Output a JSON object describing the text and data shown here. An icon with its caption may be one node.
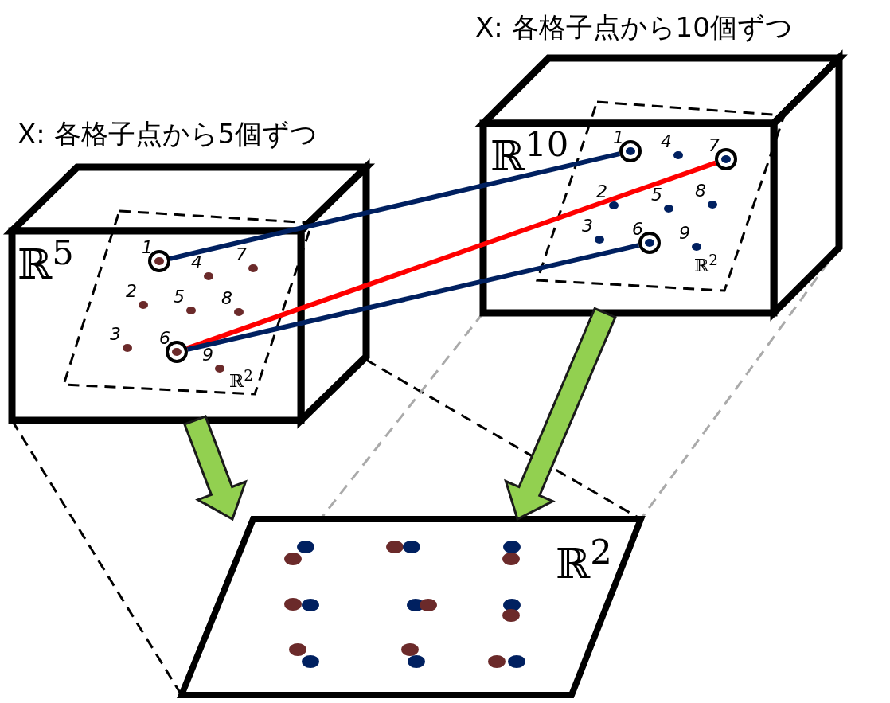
{
  "diagram": {
    "nodes": [
      {
        "text": [
          "X: 各格子点から5個ずつ",
          "ℝ$^{5}$"
        ]
      },
      {
        "text": [
          "ℝ$^{2}$"
        ],
        "in": 0
      },
      {
        "text": [],
        "shape": "circle",
        "beside": [
          "1"
        ],
        "in": 1
      },
      {
        "text": [],
        "shape": "circle",
        "beside": [
          "2"
        ],
        "in": 1
      },
      {
        "text": [],
        "shape": "circle",
        "beside": [
          "3"
        ],
        "in": 1
      },
      {
        "text": [],
        "shape": "circle",
        "beside": [
          "4"
        ],
        "in": 1
      },
      {
        "text": [],
        "shape": "circle",
        "beside": [
          "5"
        ],
        "in": 1
      },
      {
        "text": [],
        "shape": "circle",
        "beside": [
          "6"
        ],
        "in": 1
      },
      {
        "text": [],
        "shape": "circle",
        "beside": [
          "7"
        ],
        "in": 1
      },
      {
        "text": [],
        "shape": "circle",
        "beside": [
          "8"
        ],
        "in": 1
      },
      {
        "text": [],
        "shape": "circle",
        "beside": [
          "9"
        ],
        "in": 1
      },
      {
        "text": [
          "X: 各格子点から10個ずつ",
          "ℝ$^{10}$"
        ]
      },
      {
        "text": [
          "ℝ$^{2}$"
        ],
        "in": 11
      },
      {
        "text": [],
        "shape": "circle",
        "beside": [
          "1"
        ],
        "in": 12
      },
      {
        "text": [],
        "shape": "circle",
        "beside": [
          "2"
        ],
        "in": 12
      },
      {
        "text": [],
        "shape": "circle",
        "beside": [
          "3"
        ],
        "in": 12
      },
      {
        "text": [],
        "shape": "circle",
        "beside": [
          "4"
        ],
        "in": 12
      },
      {
        "text": [],
        "shape": "circle",
        "beside": [
          "5"
        ],
        "in": 12
      },
      {
        "text": [],
        "shape": "circle",
        "beside": [
          "6"
        ],
        "in": 12
      },
      {
        "text": [],
        "shape": "circle",
        "beside": [
          "7"
        ],
        "in": 12
      },
      {
        "text": [],
        "shape": "circle",
        "beside": [
          "8"
        ],
        "in": 12
      },
      {
        "text": [],
        "shape": "circle",
        "beside": [
          "9"
        ],
        "in": 12
      },
      {
        "text": [
          "ℝ$^{2}$"
        ]
      }
    ],
    "edges": [
      {
        "from": 2,
        "to": 13,
        "arrow": "none",
        "style": "thick",
        "color": "#002060"
      },
      {
        "from": 7,
        "to": 19,
        "arrow": "none",
        "style": "thick",
        "color": "#ff0000"
      },
      {
        "from": 7,
        "to": 18,
        "arrow": "none",
        "style": "thick",
        "color": "#002060"
      },
      {
        "from": 0,
        "to": 22,
        "arrow": "to",
        "style": "thick",
        "color": "#92d050"
      },
      {
        "from": 11,
        "to": 22,
        "arrow": "to",
        "style": "thick",
        "color": "#92d050"
      },
      {
        "from": 0,
        "to": 22,
        "arrow": "none",
        "style": "dashed",
        "color": "#000000"
      },
      {
        "from": 0,
        "to": 22,
        "arrow": "none",
        "style": "dashed",
        "color": "#000000"
      },
      {
        "from": 11,
        "to": 22,
        "arrow": "none",
        "style": "dashed",
        "color": "#aaaaaa"
      },
      {
        "from": 11,
        "to": 22,
        "arrow": "none",
        "style": "dashed",
        "color": "#aaaaaa"
      }
    ]
  }
}
